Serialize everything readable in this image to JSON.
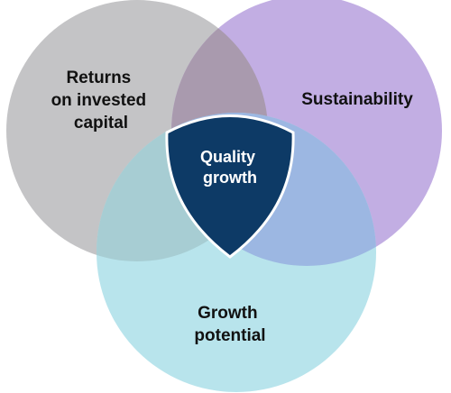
{
  "circles": {
    "returns": {
      "line1": "Returns",
      "line2": "on invested",
      "line3": "capital",
      "color": "#c4c4c6"
    },
    "sustainability": {
      "line1": "Sustainability",
      "color": "#c2aee3"
    },
    "growth": {
      "line1": "Growth",
      "line2": "potential",
      "color": "#b8e4ec"
    }
  },
  "center": {
    "line1": "Quality",
    "line2": "growth",
    "color": "#0d3a66",
    "border_color": "#ffffff"
  }
}
